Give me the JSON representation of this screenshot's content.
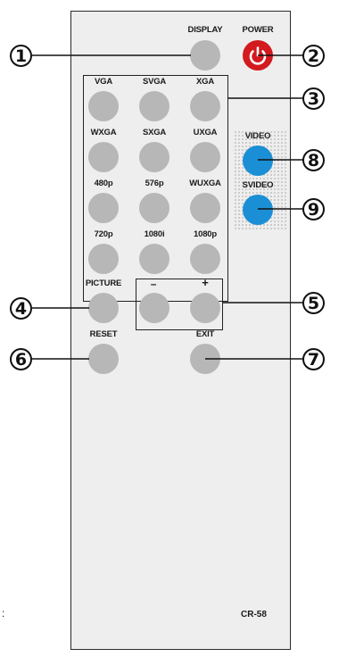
{
  "remote": {
    "model": "CR-58",
    "top_row": {
      "display_label": "DISPLAY",
      "power_label": "POWER"
    },
    "resolution_grid": [
      [
        "VGA",
        "SVGA",
        "XGA"
      ],
      [
        "WXGA",
        "SXGA",
        "UXGA"
      ],
      [
        "480p",
        "576p",
        "WUXGA"
      ],
      [
        "720p",
        "1080i",
        "1080p"
      ]
    ],
    "source_buttons": {
      "video_label": "VIDEO",
      "svideo_label": "SVIDEO"
    },
    "picture_label": "PICTURE",
    "minus_label": "–",
    "plus_label": "+",
    "reset_label": "RESET",
    "exit_label": "EXIT",
    "colors": {
      "power": "#d21a1f",
      "source": "#1b8fd6",
      "button": "#b7b7b7"
    }
  },
  "callouts": [
    "1",
    "2",
    "3",
    "4",
    "5",
    "6",
    "7",
    "8",
    "9"
  ],
  "page_mark": ":"
}
